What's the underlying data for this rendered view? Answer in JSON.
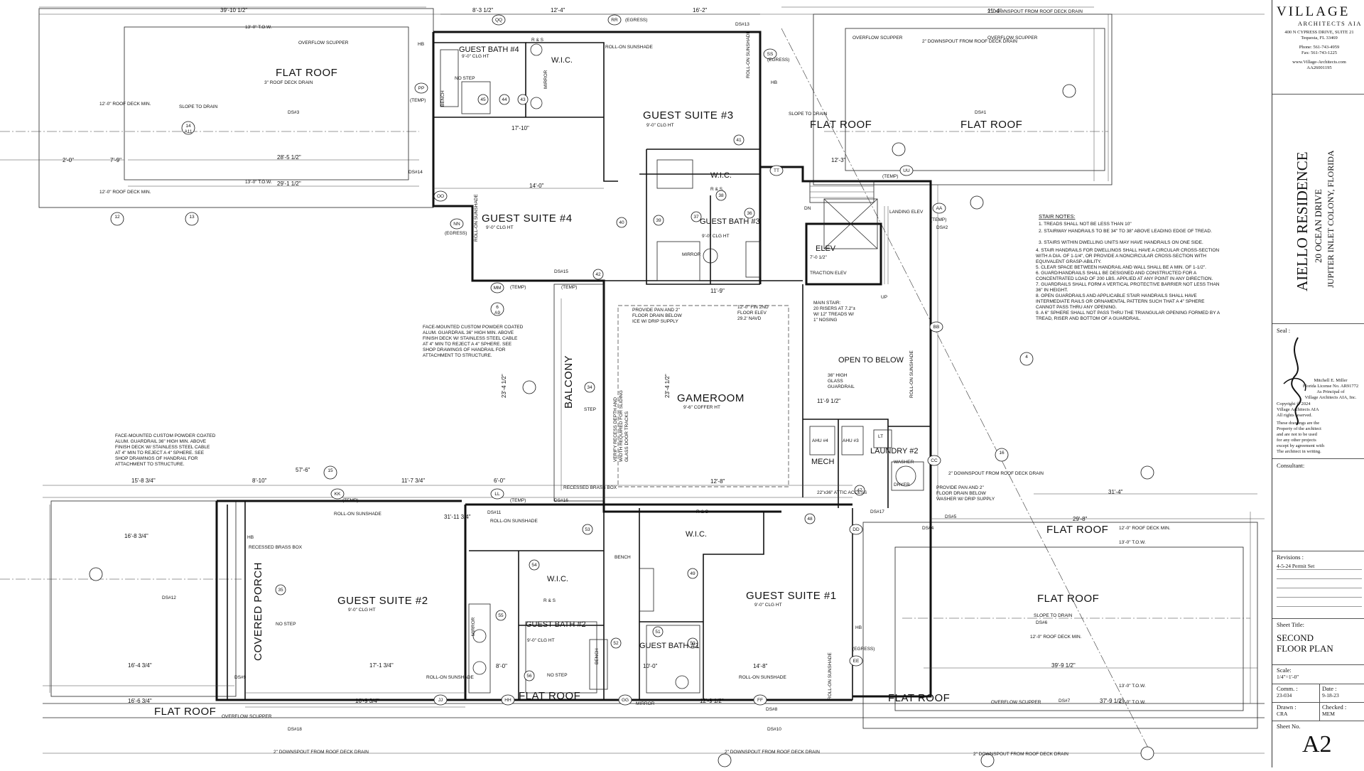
{
  "firm": {
    "name": "VILLAGE",
    "subtitle": "ARCHITECTS AIA",
    "address1": "400 N CYPRESS DRIVE, SUITE 21",
    "address2": "Tequesta, FL 33469",
    "phone": "Phone: 561-743-4959",
    "fax": "Fax: 561-743-1225",
    "web": "www.Village-Architects.com",
    "license": "AA26001195"
  },
  "project": {
    "name": "AIELLO RESIDENCE",
    "street": "20 OCEAN DRIVE",
    "city": "JUPITER INLET COLONY, FLORIDA"
  },
  "seal": {
    "label": "Seal :",
    "line1": "Mitchell E. Miller",
    "line2": "Florida License No. AR91772",
    "line3": "As Principal of",
    "line4": "Village Architects AIA, Inc.",
    "copyright": "Copyright © 2024",
    "copy2": "Village Architects AIA",
    "copy3": "All rights reserved.",
    "disc1": "These drawings are the",
    "disc2": "Property of the architect",
    "disc3": "and are not to be used",
    "disc4": "for any other projects",
    "disc5": "except by agreement with",
    "disc6": "The architect in writing."
  },
  "consultant": {
    "label": "Consultant:"
  },
  "revisions": {
    "label": "Revisions :",
    "items": [
      "4-5-24 Permit Set"
    ]
  },
  "sheet": {
    "title_label": "Sheet Title:",
    "title_line1": "SECOND",
    "title_line2": "FLOOR PLAN",
    "scale_label": "Scale:",
    "scale": "1/4\"=1'-0\"",
    "comm_label": "Comm. :",
    "comm": "23-034",
    "date_label": "Date :",
    "date": "9-18-23",
    "drawn_label": "Drawn :",
    "drawn": "CRA",
    "checked_label": "Checked :",
    "checked": "MEM",
    "number_label": "Sheet No.",
    "number": "A2"
  },
  "rooms": {
    "flat_roof_nw": "FLAT ROOF",
    "flat_roof_n1": "FLAT ROOF",
    "flat_roof_n2": "FLAT ROOF",
    "flat_roof_se_upper": "FLAT ROOF",
    "flat_roof_e": "FLAT ROOF",
    "flat_roof_s1": "FLAT ROOF",
    "flat_roof_s2": "FLAT ROOF",
    "flat_roof_s3": "FLAT ROOF",
    "guest_bath_4": "GUEST BATH #4",
    "guest_bath_4_clg": "9'-0\" CLG HT",
    "wic_1": "W.I.C.",
    "guest_suite_3": "GUEST SUITE #3",
    "guest_suite_3_clg": "9'-0\" CLG HT",
    "wic_2": "W.I.C.",
    "guest_suite_4": "GUEST SUITE #4",
    "guest_suite_4_clg": "9'-0\" CLG HT",
    "guest_bath_3": "GUEST BATH #3",
    "guest_bath_3_clg": "9'-0\" CLG HT",
    "elev": "ELEV",
    "balcony": "BALCONY",
    "gameroom": "GAMEROOM",
    "gameroom_clg": "9'-6\" COFFER HT",
    "open_below": "OPEN TO BELOW",
    "mech": "MECH",
    "laundry": "LAUNDRY #2",
    "covered_porch": "COVERED PORCH",
    "guest_suite_2": "GUEST SUITE #2",
    "guest_suite_2_clg": "9'-0\" CLG HT",
    "wic_3": "W.I.C.",
    "wic_4": "W.I.C.",
    "guest_bath_2": "GUEST BATH #2",
    "guest_bath_2_clg": "9'-0\" CLG HT",
    "guest_bath_1": "GUEST BATH #1",
    "guest_suite_1": "GUEST SUITE #1",
    "guest_suite_1_clg": "9'-0\" CLG HT"
  },
  "notes": {
    "stair_title": "STAIR NOTES:",
    "stair": [
      "1. TREADS SHALL NOT BE LESS THAN 10\"",
      "2. STAIRWAY HANDRAILS TO BE 34\" TO 38\" ABOVE LEADING EDGE OF TREAD.",
      "3. STAIRS WITHIN DWELLING UNITS MAY HAVE HANDRAILS ON ONE SIDE.",
      "4. STAIR HANDRAILS FOR DWELLINGS SHALL HAVE A CIRCULAR CROSS-SECTION WITH A DIA. OF 1-1/4\", OR PROVIDE A NONCIRCULAR CROSS-SECTION WITH EQUIVALENT GRASP-ABILITY.",
      "5. CLEAR SPACE BETWEEN HANDRAIL AND WALL SHALL BE A MIN. OF 1-1/2\".",
      "6. GUARD/HANDRAILS SHALL BE DESIGNED AND CONSTRUCTED FOR A CONCENTRATED LOAD OF 200 LBS. APPLIED AT ANY POINT IN ANY DIRECTION.",
      "7. GUARDRAILS SHALL FORM A VERTICAL PROTECTIVE BARRIER NOT LESS THAN 36\" IN HEIGHT.",
      "8. OPEN GUARDRAILS AND APPLICABLE STAIR HANDRAILS SHALL HAVE INTERMEDIATE RAILS OR ORNAMENTAL PATTERN SUCH THAT A 4\" SPHERE CANNOT PASS THRU ANY OPENING.",
      "9. A 6\" SPHERE SHALL NOT PASS THRU THE TRIANGULAR OPENING FORMED BY A TREAD, RISER AND BOTTOM OF A GUARDRAIL."
    ],
    "guardrail_1": [
      "FACE-MOUNTED CUSTOM POWDER COATED",
      "ALUM. GUARDRAIL 36\" HIGH MIN. ABOVE",
      "FINISH DECK W/ STAINLESS STEEL CABLE",
      "AT 4\" MIN TO REJECT A 4\" SPHERE. SEE",
      "SHOP DRAWINGS OF HANDRAIL FOR",
      "ATTACHMENT TO STRUCTURE."
    ],
    "guardrail_2": [
      "FACE-MOUNTED CUSTOM POWDER COATED",
      "ALUM. GUARDRAIL 36\" HIGH MIN. ABOVE",
      "FINISH DECK W/ STAINLESS STEEL CABLE",
      "AT 4\" MIN TO REJECT A 4\" SPHERE. SEE",
      "SHOP DRAWINGS OF HANDRAIL FOR",
      "ATTACHMENT TO STRUCTURE."
    ],
    "main_stair": [
      "MAIN STAIR:",
      "20 RISERS AT 7.2\"±",
      "W/ 12\" TREADS W/",
      "1\" NOSING"
    ],
    "ice_pan": [
      "PROVIDE PAN AND 2\"",
      "FLOOR DRAIN BELOW",
      "ICE W/ DRIP SUPPLY"
    ],
    "washer_pan": [
      "PROVIDE PAN AND 2\"",
      "FLOOR DRAIN BELOW",
      "WASHER W/ DRIP SUPPLY"
    ],
    "fin_elev": [
      "12'-0\" FIN 2ND",
      "FLOOR ELEV",
      "29.2' NAVD"
    ],
    "glass_guard": [
      "36\" HIGH",
      "GLASS",
      "GUARDRAIL"
    ],
    "traction": [
      "7'-0 1/2\"",
      "TRACTION ELEV"
    ],
    "roll_on": "ROLL-ON SUNSHADE",
    "overflow": "OVERFLOW SCUPPER",
    "downspout": "2\" DOWNSPOUT FROM ROOF DECK DRAIN",
    "roof_drain": "3\" ROOF DECK DRAIN",
    "slope": "SLOPE TO DRAIN",
    "roof_min": "12'-0\" ROOF DECK MIN.",
    "tow": "13'-0\" T.O.W.",
    "egress": "(EGRESS)",
    "temp": "(TEMP)",
    "hb": "HB",
    "r_s": "R & S",
    "bench": "BENCH",
    "mirror": "MIRROR",
    "no_step": "NO STEP",
    "step": "STEP",
    "landing_elev": "LANDING ELEV",
    "recessed_brass": "RECESSED BRASS BOX",
    "verify": [
      "VERIFY RECESS DEPTH AND",
      "WIDTH REQUIRED FOR SLIDING",
      "GLASS DOOR TRACKS"
    ],
    "ahu3": "AHU #3",
    "ahu4": "AHU #4",
    "attic": "22\"x36\" ATTIC ACCESS",
    "washer": "WASHER",
    "dryer": "DRYER",
    "lt": "LT",
    "dn": "DN",
    "up": "UP"
  },
  "dims": {
    "d1": "39'-10 1/2\"",
    "d2": "28'-5 1/2\"",
    "d3": "29'-1 1/2\"",
    "d4": "14'-0\"",
    "d5": "17'-10\"",
    "d6": "16'-2\"",
    "d7": "8'-3 1/2\"",
    "d8": "12'-4\"",
    "d9": "12'-3\"",
    "d10": "11'-9 1/2\"",
    "d11": "11'-9\"",
    "d12": "12'-8\"",
    "d13": "23'-4 1/2\"",
    "d14": "31'-11 3/4\"",
    "d15": "15'-8 3/4\"",
    "d16": "8'-10\"",
    "d17": "11'-7 3/4\"",
    "d18": "6'-0\"",
    "d19": "57'-6\"",
    "d20": "16'-8 3/4\"",
    "d21": "16'-4 3/4\"",
    "d22": "17'-1 3/4\"",
    "d23": "29'-8\"",
    "d24": "39'-9 1/2\"",
    "d25": "31'-4\"",
    "d26": "16'-6 3/4\"",
    "d27": "16'-9 3/4\"",
    "d28": "37'-9 1/2\"",
    "d29": "12'-9 1/2\"",
    "d30": "14'-8\"",
    "d31": "10'-0\"",
    "d32": "8'-0\"",
    "d33": "11'-4\"",
    "d34": "7'-9\"",
    "d35": "2'-0\""
  },
  "tags": {
    "t1": "QQ",
    "t2": "RR",
    "t3": "SS",
    "t4": "PP",
    "t5": "OO",
    "t6": "NN",
    "t7": "MM",
    "t8": "LL",
    "t9": "KK",
    "t10": "JJ",
    "t11": "HH",
    "t12": "GG",
    "t13": "FF",
    "t14": "EE",
    "t15": "DD",
    "t16": "CC",
    "t17": "BB",
    "t18": "AA",
    "t19": "TT",
    "t20": "UU",
    "n41": "41",
    "n42": "42",
    "n43": "43",
    "n44": "44",
    "n45": "45",
    "n36": "36",
    "n37": "37",
    "n38": "38",
    "n39": "39",
    "n40": "40",
    "n34": "34",
    "n35": "35",
    "n47": "47",
    "n48": "48",
    "n49": "49",
    "n50": "50",
    "n51": "51",
    "n52": "52",
    "n53": "53",
    "n54": "54",
    "n55": "55",
    "n56": "56",
    "s14": "14",
    "s12": "12",
    "s13": "13",
    "s15": "15",
    "s16": "16",
    "s6": "6",
    "s4": "4",
    "a11": "A11",
    "a9": "A9"
  },
  "downspouts": [
    "DS#3",
    "DS#1",
    "DS#13",
    "DS#14",
    "DS#15",
    "DS#16",
    "DS#17",
    "DS#18",
    "DS#4",
    "DS#5",
    "DS#6",
    "DS#7",
    "DS#8",
    "DS#9",
    "DS#10",
    "DS#11",
    "DS#2",
    "DS#12"
  ]
}
